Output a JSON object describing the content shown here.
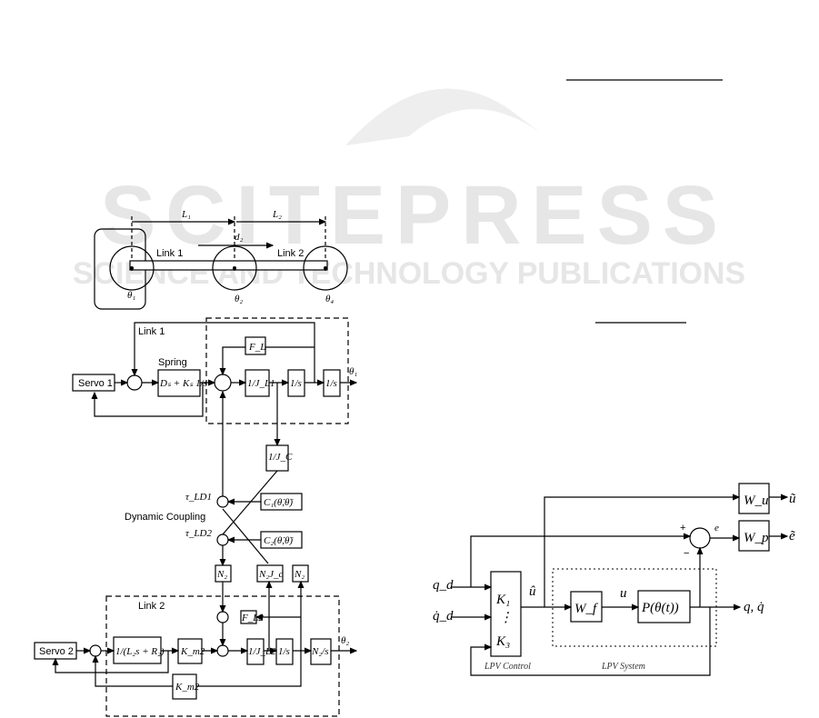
{
  "watermark": {
    "title": "SCITEPRESS",
    "subtitle": "SCIENCE AND TECHNOLOGY PUBLICATIONS"
  },
  "linkage": {
    "L1": "L₁",
    "L2": "L₂",
    "d2": "d₂",
    "link1": "Link 1",
    "link2": "Link 2",
    "theta1": "θ₁",
    "theta2": "θ₂",
    "theta4": "θ₄"
  },
  "block1": {
    "link1": "Link 1",
    "spring": "Spring",
    "servo1": "Servo 1",
    "spring_tf": "Dₛ + Kₛ 1/s",
    "FL": "F_L",
    "inv_J": "1/J_L1",
    "int1": "1/s",
    "int2": "1/s",
    "theta1": "θ₁",
    "inv_Jc": "1/J_C",
    "C1": "C₁(θ̇,θ̈)",
    "C2": "C₂(θ̇,θ̈)",
    "tau1": "τ_LD1",
    "tau2": "τ_LD2",
    "coupling": "Dynamic Coupling",
    "N2a": "N₂",
    "N2Jc": "N₂J_c",
    "N2b": "N₂",
    "plus": "+",
    "minus": "-"
  },
  "block2": {
    "link2": "Link 2",
    "servo2": "Servo 2",
    "motor_tf": "1/(L₂s + R₂)",
    "Km2": "K_m2",
    "Km2b": "K_m2",
    "FL2": "F_L2",
    "inv_J2": "1/J_L2",
    "int": "1/s",
    "N2s": "N₂/s",
    "theta2": "θ₂"
  },
  "lpv": {
    "qd": "q_d",
    "qd_dot": "q̇_d",
    "K1": "K₁",
    "dots": "⋮",
    "K3": "K₃",
    "u_hat": "û",
    "Wf": "W_f",
    "u": "u",
    "plant": "P(θ(t))",
    "out": "q, q̇",
    "Wu": "W_u",
    "Wp": "W_p",
    "e": "e",
    "u_tilde": "ũ",
    "e_tilde": "ẽ",
    "plus": "+",
    "minus": "−",
    "ctrl_label": "LPV Control",
    "sys_label": "LPV System"
  }
}
